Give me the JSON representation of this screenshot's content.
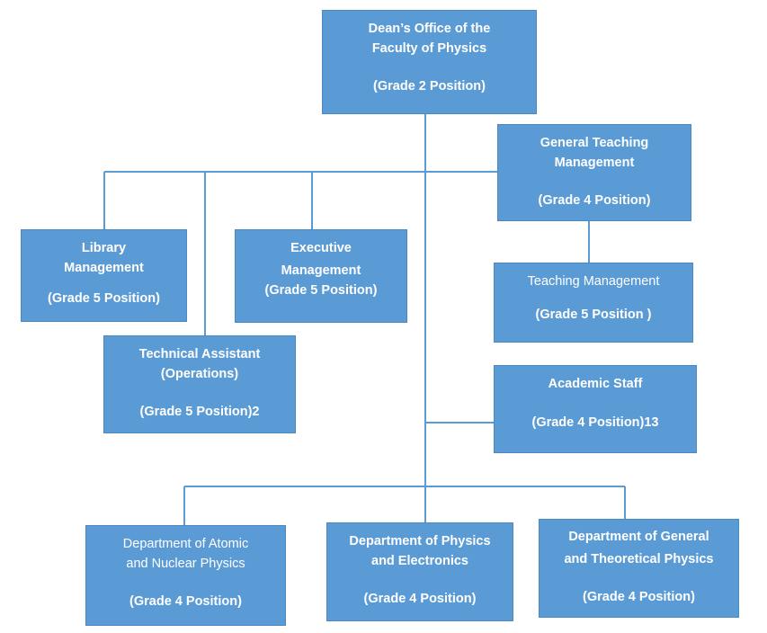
{
  "org_chart": {
    "dean": {
      "line1": "Dean’s Office of the",
      "line2": "Faculty of Physics",
      "grade": "(Grade 2 Position)"
    },
    "general_teaching": {
      "line1": "General Teaching",
      "line2": "Management",
      "grade": "(Grade 4 Position)"
    },
    "library": {
      "line1": "Library",
      "line2": "Management",
      "grade": "(Grade 5 Position)"
    },
    "executive": {
      "line1": "Executive",
      "line2": "Management",
      "grade": "(Grade 5 Position)"
    },
    "teaching_mgmt": {
      "line1": "Teaching Management",
      "grade": "(Grade 5 Position )"
    },
    "technical": {
      "line1": "Technical Assistant",
      "line2": "(Operations)",
      "grade": "(Grade 5 Position)2"
    },
    "academic": {
      "line1": "Academic Staff",
      "grade": "(Grade 4 Position)13"
    },
    "dept_atomic": {
      "line1": "Department of Atomic",
      "line2": "and Nuclear Physics",
      "grade": "(Grade 4 Position)"
    },
    "dept_electronics": {
      "line1": "Department of Physics",
      "line2": "and Electronics",
      "grade": "(Grade 4 Position)"
    },
    "dept_theoretical": {
      "line1": "Department of General",
      "line2": "and Theoretical Physics",
      "grade": "(Grade 4 Position)"
    }
  },
  "colors": {
    "box_fill": "#5b9bd5",
    "connector": "#5b9bd5",
    "text": "#ffffff"
  }
}
